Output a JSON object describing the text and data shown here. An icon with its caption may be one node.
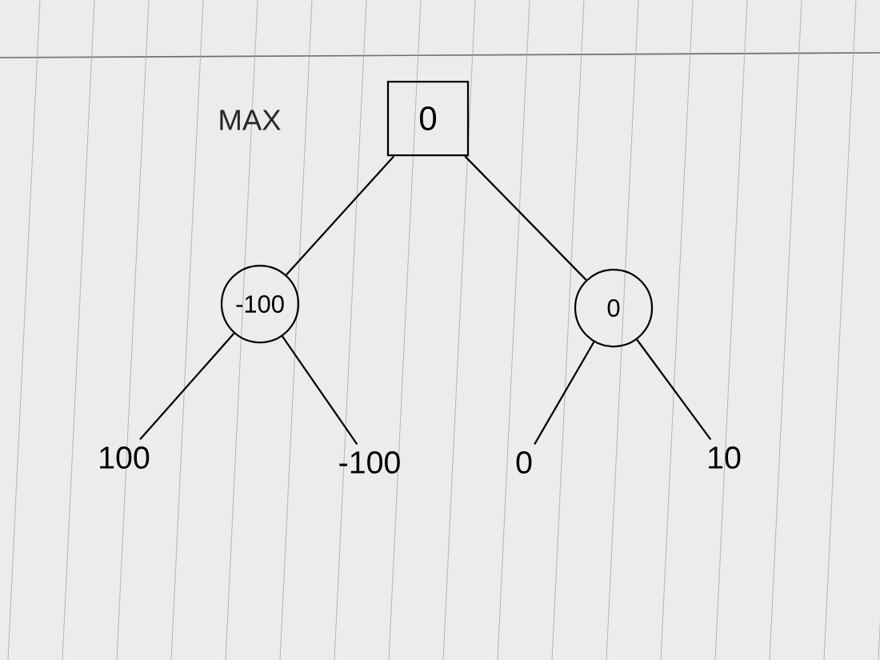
{
  "diagram": {
    "nodes": [
      {
        "text": [
          "0"
        ]
      },
      {
        "text": [
          "-100"
        ]
      },
      {
        "text": [
          "0"
        ]
      },
      {
        "text": [
          "100"
        ]
      },
      {
        "text": [
          "-100"
        ]
      },
      {
        "text": [
          "0"
        ]
      },
      {
        "text": [
          "10"
        ]
      }
    ],
    "edges": [
      {
        "from": 0,
        "to": 1,
        "arrow": "none"
      },
      {
        "from": 0,
        "to": 2,
        "arrow": "none"
      },
      {
        "from": 1,
        "to": 3,
        "arrow": "none"
      },
      {
        "from": 1,
        "to": 4,
        "arrow": "none"
      },
      {
        "from": 2,
        "to": 5,
        "arrow": "none"
      },
      {
        "from": 2,
        "to": 6,
        "arrow": "none"
      }
    ],
    "labels": [
      "MAX"
    ]
  }
}
